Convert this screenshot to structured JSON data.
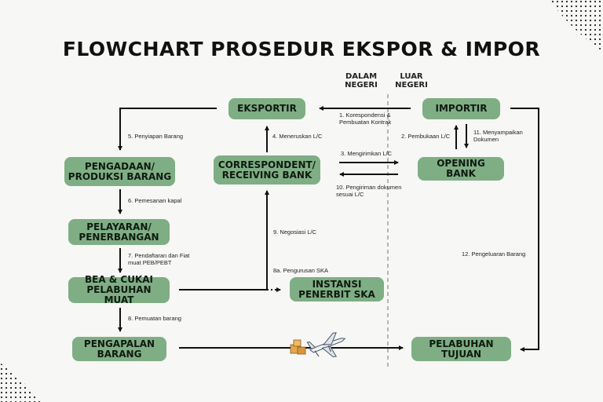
{
  "title": "FLOWCHART PROSEDUR EKSPOR & IMPOR",
  "headers": {
    "dalam_negeri": "DALAM\nNEGERI",
    "luar_negeri": "LUAR\nNEGERI"
  },
  "nodes": {
    "eksportir": "EKSPORTIR",
    "importir": "IMPORTIR",
    "pengadaan": "PENGADAAN/\nPRODUKSI BARANG",
    "correspondent": "CORRESPONDENT/\nRECEIVING BANK",
    "opening_bank": "OPENING BANK",
    "pelayaran": "PELAYARAN/\nPENERBANGAN",
    "bea_cukai": "BEA & CUKAI\nPELABUHAN MUAT",
    "instansi": "INSTANSI\nPENERBIT SKA",
    "pengapalan": "PENGAPALAN\nBARANG",
    "pelabuhan_tujuan": "PELABUHAN\nTUJUAN"
  },
  "steps": {
    "s1": "1. Korespondensi &\nPembuatan Kontrak",
    "s2": "2. Pembukaan L/C",
    "s3": "3. Mengirimkan L/C",
    "s4": "4. Meneruskan L/C",
    "s5": "5. Penyiapan Barang",
    "s6": "6. Pemesanan kapal",
    "s7": "7. Pendaftaran dan Fiat\nmuat PEB/PEBT",
    "s8": "8. Pemuatan barang",
    "s8a": "8a. Pengurusan SKA",
    "s9": "9. Negosiasi L/C",
    "s10": "10. Pengiriman dokumen\nsesuai L/C",
    "s11": "11. Menyampaikan\nDokumen",
    "s12": "12. Pengeluaran Barang"
  },
  "colors": {
    "box": "#7fae84",
    "background": "#f7f7f5",
    "line": "#111111",
    "divider": "#9a9a9a"
  },
  "icons": [
    "cargo-boxes-icon",
    "airplane-icon"
  ]
}
